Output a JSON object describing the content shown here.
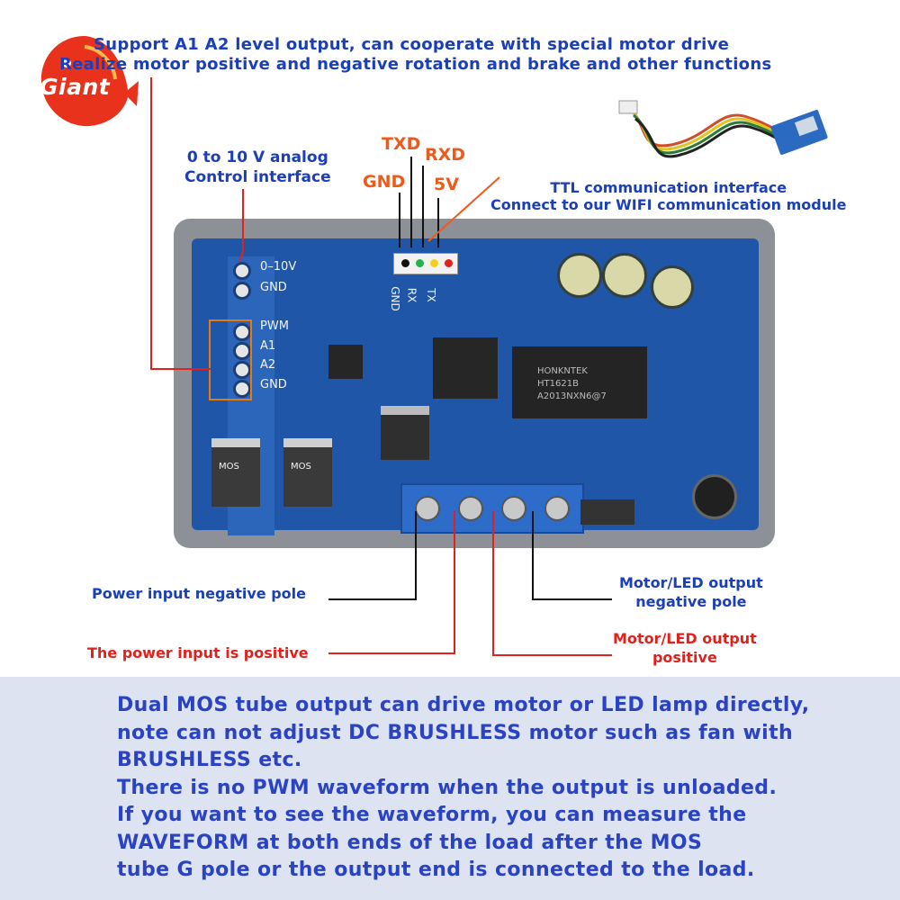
{
  "brand": {
    "logo_text": "Giant",
    "color": "#e8321c"
  },
  "annotations": {
    "level_output_line1": "Support A1 A2 level output, can cooperate with special motor drive",
    "level_output_line2": "Realize motor positive and negative rotation and brake and other functions",
    "analog_line1": "0 to 10 V analog",
    "analog_line2": "Control interface",
    "txd": "TXD",
    "rxd": "RXD",
    "gnd": "GND",
    "v5": "5V",
    "ttl_line1": "TTL communication interface",
    "ttl_line2": "Connect to our WIFI communication module",
    "power_negative": "Power input negative pole",
    "power_positive": "The power input is positive",
    "motor_negative_line1": "Motor/LED output",
    "motor_negative_line2": "negative pole",
    "motor_positive_line1": "Motor/LED output",
    "motor_positive_line2": "positive"
  },
  "board_labels": {
    "analog_in": "0–10V",
    "analog_gnd": "GND",
    "pwm": "PWM",
    "a1": "A1",
    "a2": "A2",
    "gnd": "GND",
    "uart_gnd": "GND",
    "uart_rx": "RX",
    "uart_tx": "TX",
    "chip_brand": "HONKNTEK",
    "chip_model": "HT1621B",
    "chip_code": "A2013NXN6@7",
    "mos_label": "MOS"
  },
  "notes": {
    "line1": "Dual MOS tube output can drive motor or LED lamp directly,",
    "line2": "note can not adjust DC BRUSHLESS motor such as fan with",
    "line3": "BRUSHLESS etc.",
    "line4": "There is no PWM waveform when the output is unloaded.",
    "line5": "If you want to see the waveform, you can measure the",
    "line6": "WAVEFORM at both ends of the load after the MOS",
    "line7": "tube G pole or the output end is connected to the load."
  },
  "colors": {
    "annotation_blue": "#1a3fb8",
    "annotation_red": "#e0211c",
    "annotation_orange": "#ee5a1b",
    "pcb": "#1f56a8",
    "enclosure": "#8d9197",
    "notes_panel": "#dde3f1"
  }
}
